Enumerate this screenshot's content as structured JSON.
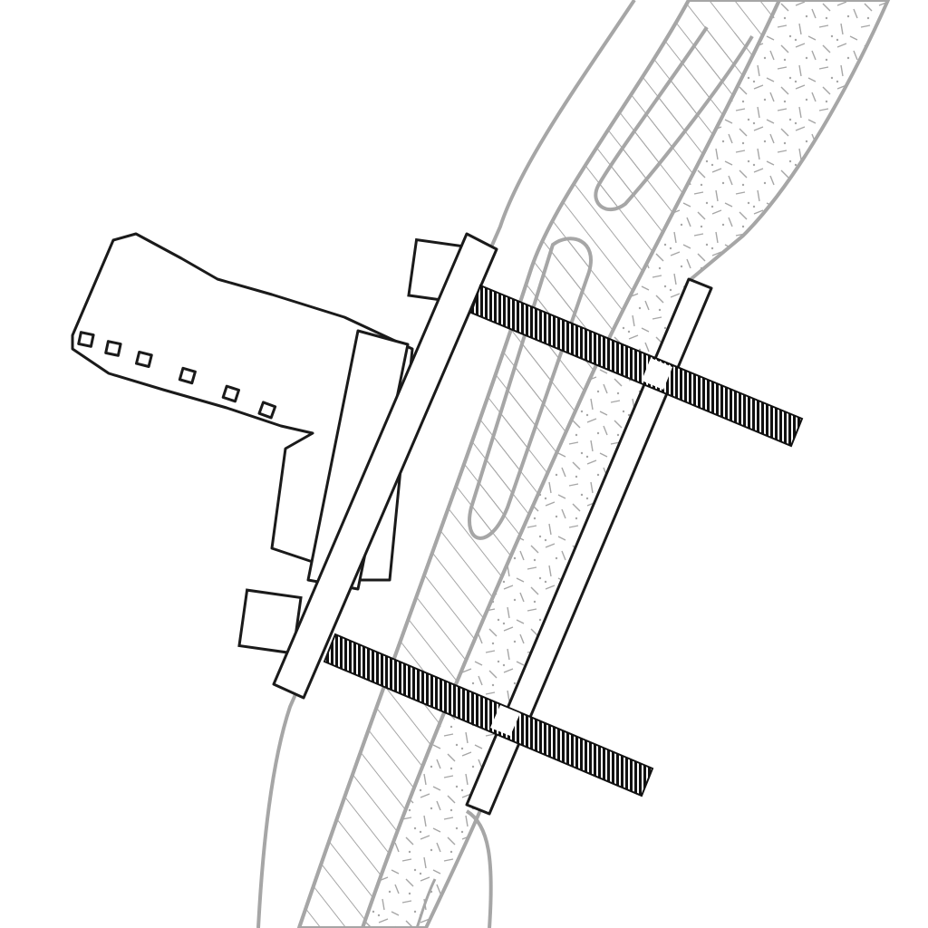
{
  "diagram": {
    "kind": "technical-cross-section",
    "labels": [],
    "colors": {
      "background": "#ffffff",
      "background_structure": "#a6a6a6",
      "mount_outline": "#1a1a1a",
      "thread": "#111111"
    },
    "parts": [
      {
        "id": "wall-cross-section",
        "description": ""
      },
      {
        "id": "attachment-block",
        "description": ""
      },
      {
        "id": "front-mounting-plate",
        "description": ""
      },
      {
        "id": "rear-mounting-plate",
        "description": ""
      },
      {
        "id": "upper-threaded-rod",
        "description": ""
      },
      {
        "id": "lower-threaded-rod",
        "description": ""
      }
    ]
  }
}
